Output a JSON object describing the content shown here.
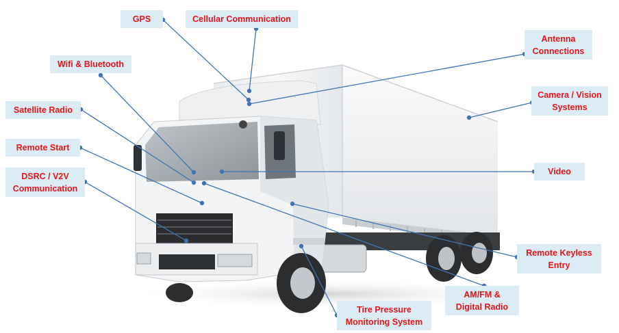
{
  "callouts": [
    {
      "id": "gps",
      "label": "GPS"
    },
    {
      "id": "cellular",
      "label": "Cellular  Communication"
    },
    {
      "id": "antenna",
      "label": "Antenna\nConnections"
    },
    {
      "id": "wifi",
      "label": "Wifi & Bluetooth"
    },
    {
      "id": "camera",
      "label": "Camera  /  Vision\nSystems"
    },
    {
      "id": "satellite",
      "label": "Satellite  Radio"
    },
    {
      "id": "remote_start",
      "label": "Remote Start"
    },
    {
      "id": "video",
      "label": "Video"
    },
    {
      "id": "dsrc",
      "label": "DSRC  /  V2V\nCommunication"
    },
    {
      "id": "keyless",
      "label": "Remote Keyless\nEntry"
    },
    {
      "id": "amfm",
      "label": "AM/FM  &\nDigital  Radio"
    },
    {
      "id": "tpms",
      "label": "Tire Pressure\nMonitoring System"
    }
  ],
  "colors": {
    "label_text": "#e8141a",
    "callout_bg": "#dcecf5",
    "leader_line": "#3f73b5"
  }
}
